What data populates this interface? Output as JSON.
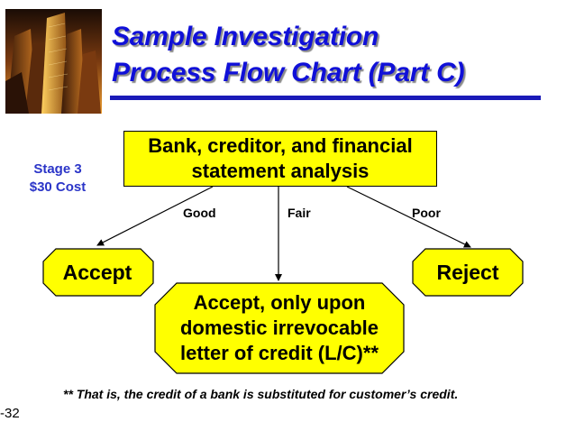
{
  "title": {
    "line1": "Sample Investigation",
    "line2": "Process Flow Chart (Part C)"
  },
  "stage": {
    "label": "Stage 3",
    "cost": "$30 Cost"
  },
  "analysis_box": {
    "line1": "Bank, creditor, and financial",
    "line2": "statement analysis"
  },
  "branches": {
    "good": "Good",
    "fair": "Fair",
    "poor": "Poor"
  },
  "outcomes": {
    "accept": "Accept",
    "reject": "Reject",
    "accept_lc": {
      "line1": "Accept, only upon",
      "line2": "domestic irrevocable",
      "line3": "letter of credit (L/C)**"
    }
  },
  "footnote": "** That is, the credit of a bank is substituted for customer’s credit.",
  "page_number": "-32",
  "colors": {
    "title": "#1010d8",
    "stage_text": "#2b35c8",
    "box_fill": "#ffff00",
    "rule": "#1a1ab8"
  },
  "icons": {
    "photo": "skyscrapers-photo"
  }
}
